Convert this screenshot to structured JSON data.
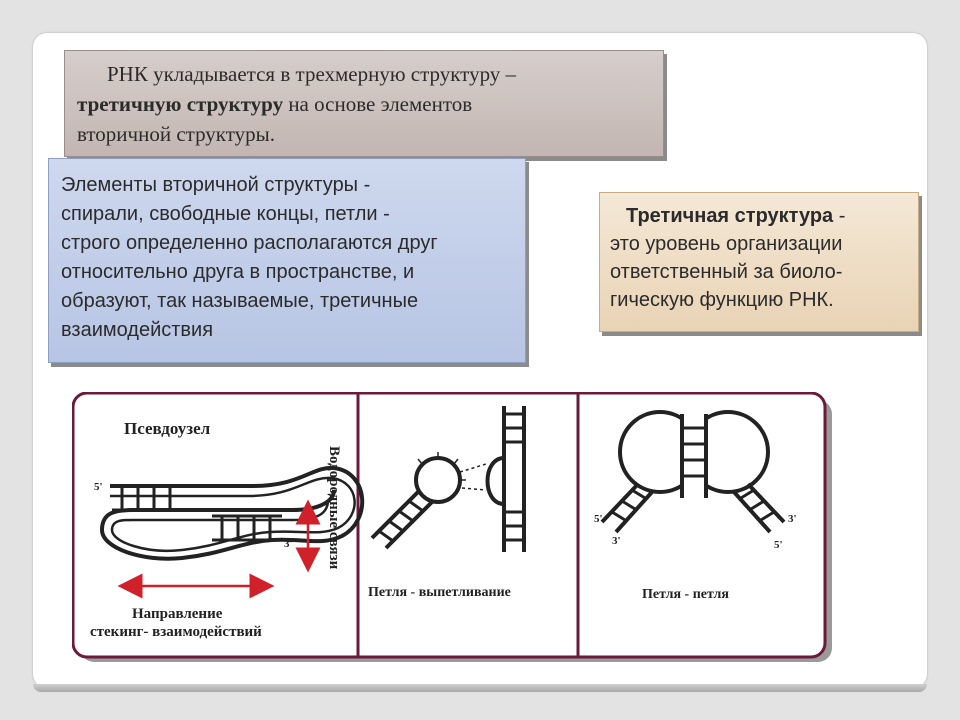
{
  "intro": {
    "line1": "РНК укладывается в трехмерную структуру –",
    "line2_bold": "третичную структуру",
    "line2_rest": " на основе элементов",
    "line3": "вторичной   структуры."
  },
  "elements": {
    "lines": [
      "Элементы вторичной   структуры -",
      "спирали, свободные концы, петли -",
      "строго определенно располагаются друг",
      "относительно друга в пространстве, и",
      "образуют, так называемые, третичные",
      "взаимодействия"
    ]
  },
  "definition": {
    "term": "Третичная структура",
    "dash": " -",
    "lines": [
      "это уровень организации",
      "ответственный за биоло-",
      "гическую функцию РНК."
    ]
  },
  "figure": {
    "panel1": {
      "title": "Псевдоузел",
      "end5": "5'",
      "end3": "3'",
      "vertical_label": "Водородные связи",
      "caption_line1": "Направление",
      "caption_line2": "стекинг- взаимодействий"
    },
    "panel2": {
      "caption": "Петля - выпетливание"
    },
    "panel3": {
      "caption": "Петля - петля",
      "end5_left": "5'",
      "end3_left": "3'",
      "end3_right": "3'",
      "end5_right": "5'"
    },
    "colors": {
      "frame": "#6b1a3c",
      "arrow": "#d0202a"
    }
  }
}
